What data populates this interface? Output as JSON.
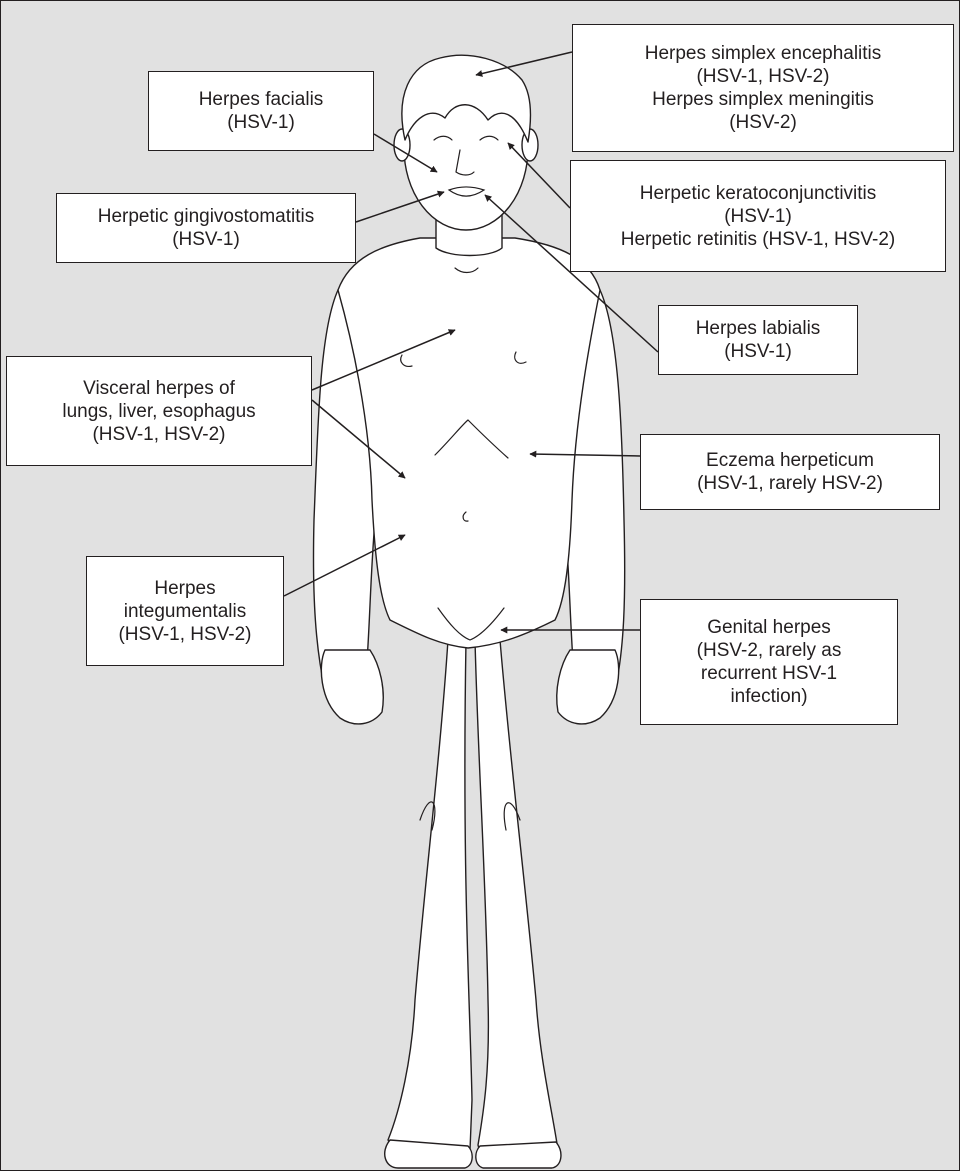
{
  "colors": {
    "background": "#e1e1e1",
    "line": "#231f20",
    "box_fill": "#ffffff"
  },
  "labels": {
    "encephalitis": [
      "Herpes simplex encephalitis",
      "(HSV-1, HSV-2)",
      "Herpes simplex meningitis",
      "(HSV-2)"
    ],
    "facialis": [
      "Herpes facialis",
      "(HSV-1)"
    ],
    "gingivostomatitis": [
      "Herpetic gingivostomatitis",
      "(HSV-1)"
    ],
    "keratoconjunctivitis": [
      "Herpetic keratoconjunctivitis",
      "(HSV-1)",
      "Herpetic retinitis (HSV-1, HSV-2)"
    ],
    "labialis": [
      "Herpes labialis",
      "(HSV-1)"
    ],
    "visceral": [
      "Visceral herpes of",
      "lungs, liver, esophagus",
      "(HSV-1, HSV-2)"
    ],
    "eczema": [
      "Eczema herpeticum",
      "(HSV-1, rarely HSV-2)"
    ],
    "integumentalis": [
      "Herpes",
      "integumentalis",
      "(HSV-1, HSV-2)"
    ],
    "genital": [
      "Genital herpes",
      "(HSV-2, rarely as",
      "recurrent HSV-1",
      "infection)"
    ]
  }
}
